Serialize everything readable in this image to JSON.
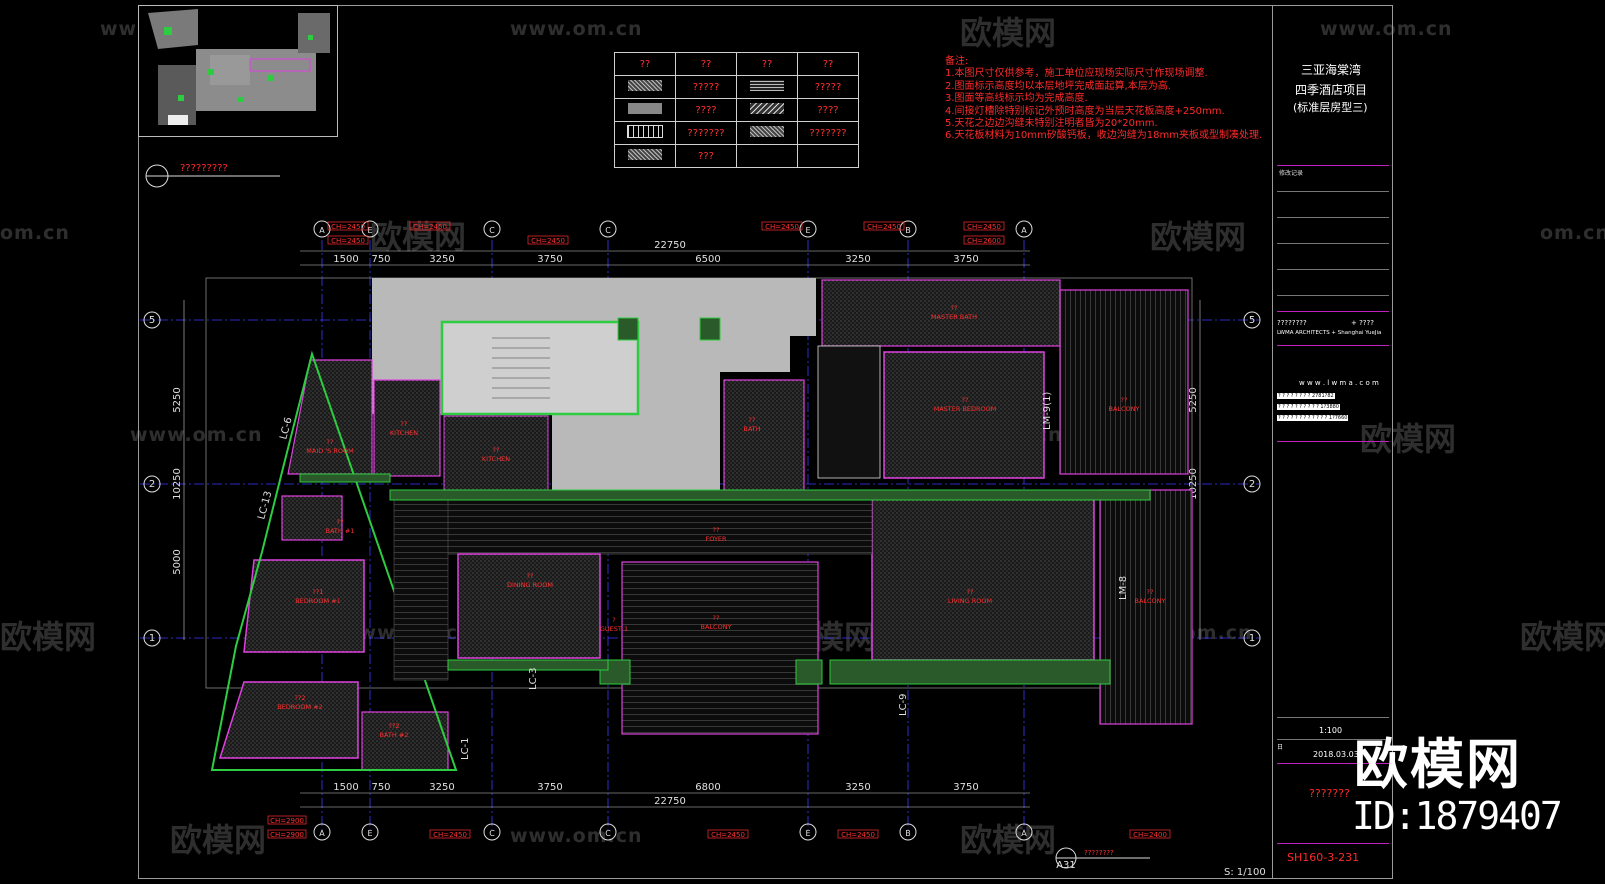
{
  "watermarks": {
    "brand": "欧模网",
    "site": "www.om.cn",
    "site_short": "om.cn",
    "corner_brand": "欧模网",
    "corner_id": "ID:1879407"
  },
  "drawing": {
    "title_marker": "?????????",
    "bottom_marker": "????????",
    "bottom_marker_num": "A31",
    "bottom_scale": "S: 1/100",
    "grid_letters_top": [
      "A",
      "E",
      "C",
      "C",
      "E",
      "B",
      "A"
    ],
    "grid_numbers": [
      "5",
      "2",
      "1"
    ],
    "dims_top_row1": [
      "1500",
      "750",
      "3250",
      "3750",
      "6500",
      "3250",
      "3750"
    ],
    "dims_top_row2": "22750",
    "dims_bottom_row1": [
      "1500",
      "750",
      "3250",
      "3750",
      "6800",
      "3250",
      "3750"
    ],
    "dims_bottom_row2": "22750",
    "dims_left": [
      "5250",
      "10250",
      "5000"
    ],
    "dims_right": [
      "5250",
      "10250"
    ],
    "ch_tags": [
      "CH=2450",
      "CH=2450",
      "CH=2450",
      "CH=2450",
      "CH=2450",
      "CH=2600",
      "CH=2450",
      "CH=2450",
      "CH=2450",
      "CH=2450",
      "CH=2400",
      "CH=2900",
      "CH=2900"
    ],
    "lc_tags": [
      "LC-6",
      "LC-13",
      "LC-1",
      "LC-3",
      "LC-9",
      "LM-9(1)",
      "LM-8"
    ],
    "rooms": [
      {
        "code": "??",
        "name": "MASTER BATH"
      },
      {
        "code": "??",
        "name": "MASTER BEDROOM"
      },
      {
        "code": "??",
        "name": "BALCONY"
      },
      {
        "code": "??",
        "name": "KITCHEN"
      },
      {
        "code": "??",
        "name": "KITCHEN"
      },
      {
        "code": "??",
        "name": "MAID 'S ROOM"
      },
      {
        "code": "??",
        "name": "BATH"
      },
      {
        "code": "??",
        "name": "BATH #1"
      },
      {
        "code": "??",
        "name": "FOYER"
      },
      {
        "code": "??",
        "name": "DINING ROOM"
      },
      {
        "code": "??",
        "name": "BALCONY"
      },
      {
        "code": "??",
        "name": "LIVING ROOM"
      },
      {
        "code": "??",
        "name": "BALCONY"
      },
      {
        "code": "??1",
        "name": "BEDROOM #1"
      },
      {
        "code": "??2",
        "name": "BEDROOM #2"
      },
      {
        "code": "??2",
        "name": "BATH #2"
      },
      {
        "code": "?",
        "name": "GUEST 1"
      }
    ]
  },
  "legend": {
    "headers": [
      "??",
      "??",
      "??",
      "??"
    ],
    "rows": [
      {
        "left": "?????",
        "right": "?????"
      },
      {
        "left": "????",
        "right": "????"
      },
      {
        "left": "???????",
        "right": "???????"
      },
      {
        "left": "???",
        "right": ""
      }
    ]
  },
  "notes": {
    "title": "备注:",
    "lines": [
      "1.本图尺寸仅供参考，施工单位应现场实际尺寸作现场调整.",
      "2.图面标示高度均以本层地坪完成面起算,本层为高.",
      "3.图面等高线标示均为完成高度.",
      "4.间接灯槽除特别标记外预时高度为当层天花板高度+250mm.",
      "5.天花之边边沟缝未特别注明者皆为20*20mm.",
      "6.天花板材料为10mm矽酸钙板，收边沟缝为18mm夹板或型制凑处理."
    ]
  },
  "title_block": {
    "project_line1": "三亚海棠湾",
    "project_line2": "四季酒店项目",
    "project_line3": "(标准层房型三)",
    "revision_label": "修改记录",
    "firm_cn": "????????",
    "firm_mark": "+ ????",
    "firm_en": "LWMA ARCHITECTS + Shanghai YueJia",
    "website": "w w w . l w m a . c o m",
    "contact_rows": [
      "? ? ? ? ? ? ? ? 2781?82",
      "? ? ? ? ? ? ? ? ? ? 1?3880",
      "? ? ? ? ? ? ? ? ? ? ? ? 1?7660"
    ],
    "scale": "1:100",
    "date_label": "日",
    "date": "2018.03.03",
    "sheet_title": "???????",
    "sheet_no": "SH160-3-231"
  }
}
